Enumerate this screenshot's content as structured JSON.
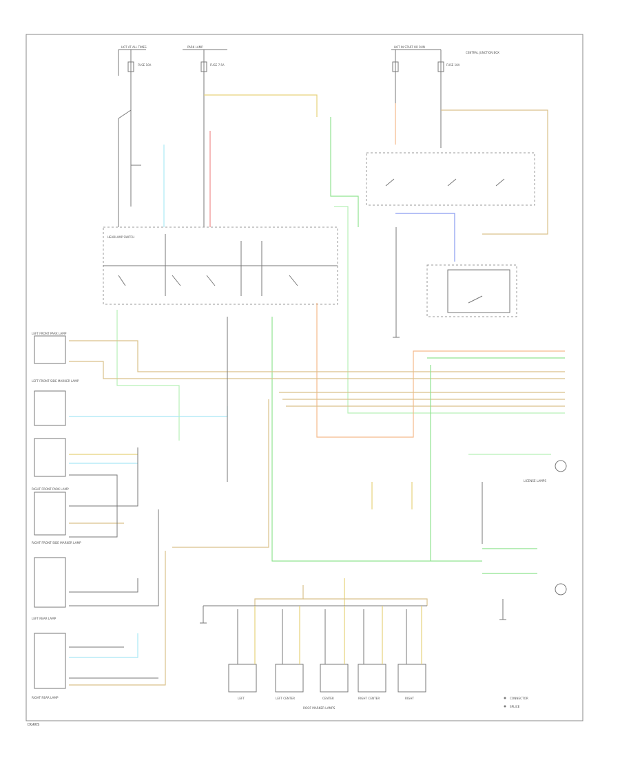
{
  "colors": {
    "wire_black": "#777777",
    "yellow": "#e6d27a",
    "green": "#8fe38f",
    "light_green": "#b6f0b6",
    "cyan": "#a9e8f5",
    "red": "#f08a8a",
    "orange": "#f5b98a",
    "blue": "#8a9cf0",
    "tan": "#d9c18a"
  },
  "diagram": {
    "footer_left": "DG60S",
    "labels": {
      "top_left": [
        "HOT AT ALL TIMES",
        "FUSE 10A",
        "PARK LAMP",
        "FUSE 7.5A"
      ],
      "top_right": [
        "HOT IN START OR RUN",
        "FUSE 10A",
        "CENTRAL JUNCTION BOX"
      ],
      "headlamp_switch": "HEADLAMP SWITCH",
      "front_left": [
        "LEFT FRONT PARK LAMP",
        "LEFT FRONT SIDE MARKER LAMP"
      ],
      "front_right": [
        "RIGHT FRONT PARK LAMP",
        "RIGHT FRONT SIDE MARKER LAMP"
      ],
      "rear": [
        "LEFT REAR LAMP",
        "RIGHT REAR LAMP",
        "LICENSE LAMPS"
      ],
      "bottom_center": "ROOF MARKER LAMPS",
      "roof_positions": [
        "LEFT",
        "LEFT CENTER",
        "CENTER",
        "RIGHT CENTER",
        "RIGHT"
      ],
      "legend": [
        "CONNECTOR",
        "SPLICE"
      ]
    }
  }
}
